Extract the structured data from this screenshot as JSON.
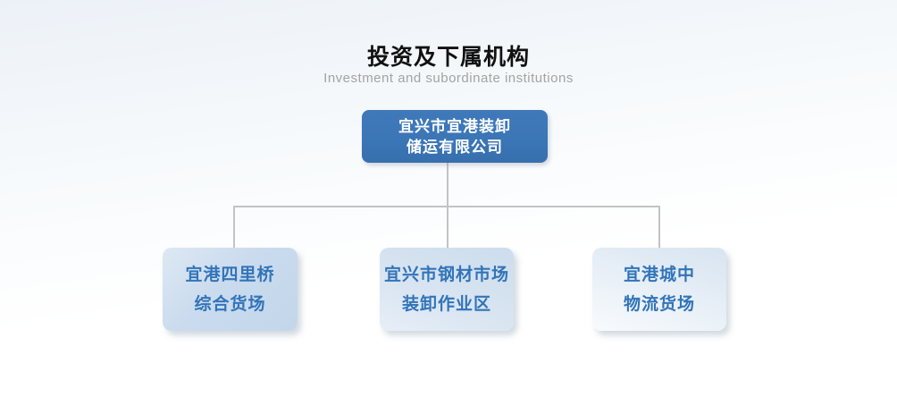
{
  "page": {
    "title": "投资及下属机构",
    "subtitle": "Investment and subordinate institutions"
  },
  "org_chart": {
    "root": {
      "line1": "宜兴市宜港装卸",
      "line2": "储运有限公司"
    },
    "children": [
      {
        "line1": "宜港四里桥",
        "line2": "综合货场"
      },
      {
        "line1": "宜兴市钢材市场",
        "line2": "装卸作业区"
      },
      {
        "line1": "宜港城中",
        "line2": "物流货场"
      }
    ]
  },
  "colors": {
    "accent-blue": "#3b76b6",
    "node-text-blue": "#3274b9",
    "connector-gray": "#c3c3c3",
    "subtitle-gray": "#a3a3a3",
    "title-black": "#111111"
  }
}
